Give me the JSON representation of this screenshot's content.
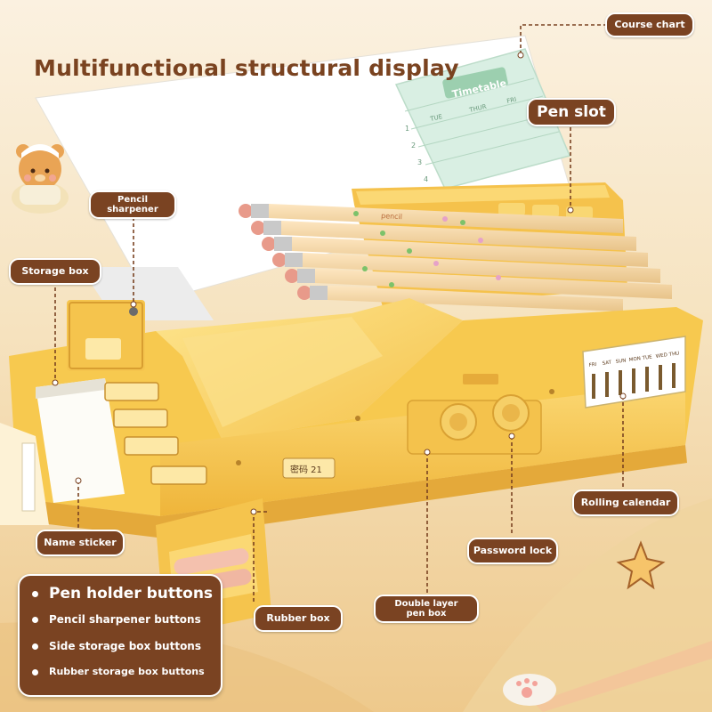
{
  "title": "Multifunctional structural display",
  "timetable": {
    "heading": "Timetable",
    "days": [
      "TUE",
      "THUR",
      "FRI"
    ],
    "rows": [
      "1",
      "2",
      "3",
      "4"
    ]
  },
  "calendar_days": [
    "FRI",
    "SAT",
    "SUN",
    "MON",
    "TUE",
    "WED",
    "THU"
  ],
  "password_label": "密码 21",
  "pencil_brand": "pencil",
  "callouts": {
    "course_chart": "Course chart",
    "pen_slot": "Pen slot",
    "pencil_sharpener": "Pencil sharpener",
    "storage_box": "Storage box",
    "name_sticker": "Name sticker",
    "rubber_box": "Rubber box",
    "double_layer_pen_box": "Double layer pen box",
    "password_lock": "Password lock",
    "rolling_calendar": "Rolling calendar"
  },
  "legend": [
    "Pen holder buttons",
    "Pencil sharpener buttons",
    "Side storage box buttons",
    "Rubber storage box buttons"
  ],
  "colors": {
    "label_bg": "#7a4322",
    "box_yellow": "#f6c24a",
    "title_brown": "#7a4320",
    "background": "#f3dcae"
  }
}
